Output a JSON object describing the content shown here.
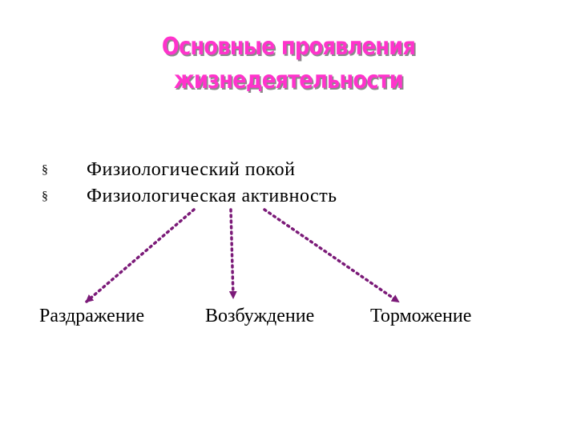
{
  "title": {
    "line1": "Основные проявления",
    "line2": "жизнедеятельности"
  },
  "bullets": {
    "marker": "§",
    "items": [
      "Физиологический покой",
      "Физиологическая активность"
    ]
  },
  "outcomes": [
    "Раздражение",
    "Возбуждение",
    "Торможение"
  ],
  "colors": {
    "title": "#ff33cc",
    "arrow": "#7b1a78"
  }
}
